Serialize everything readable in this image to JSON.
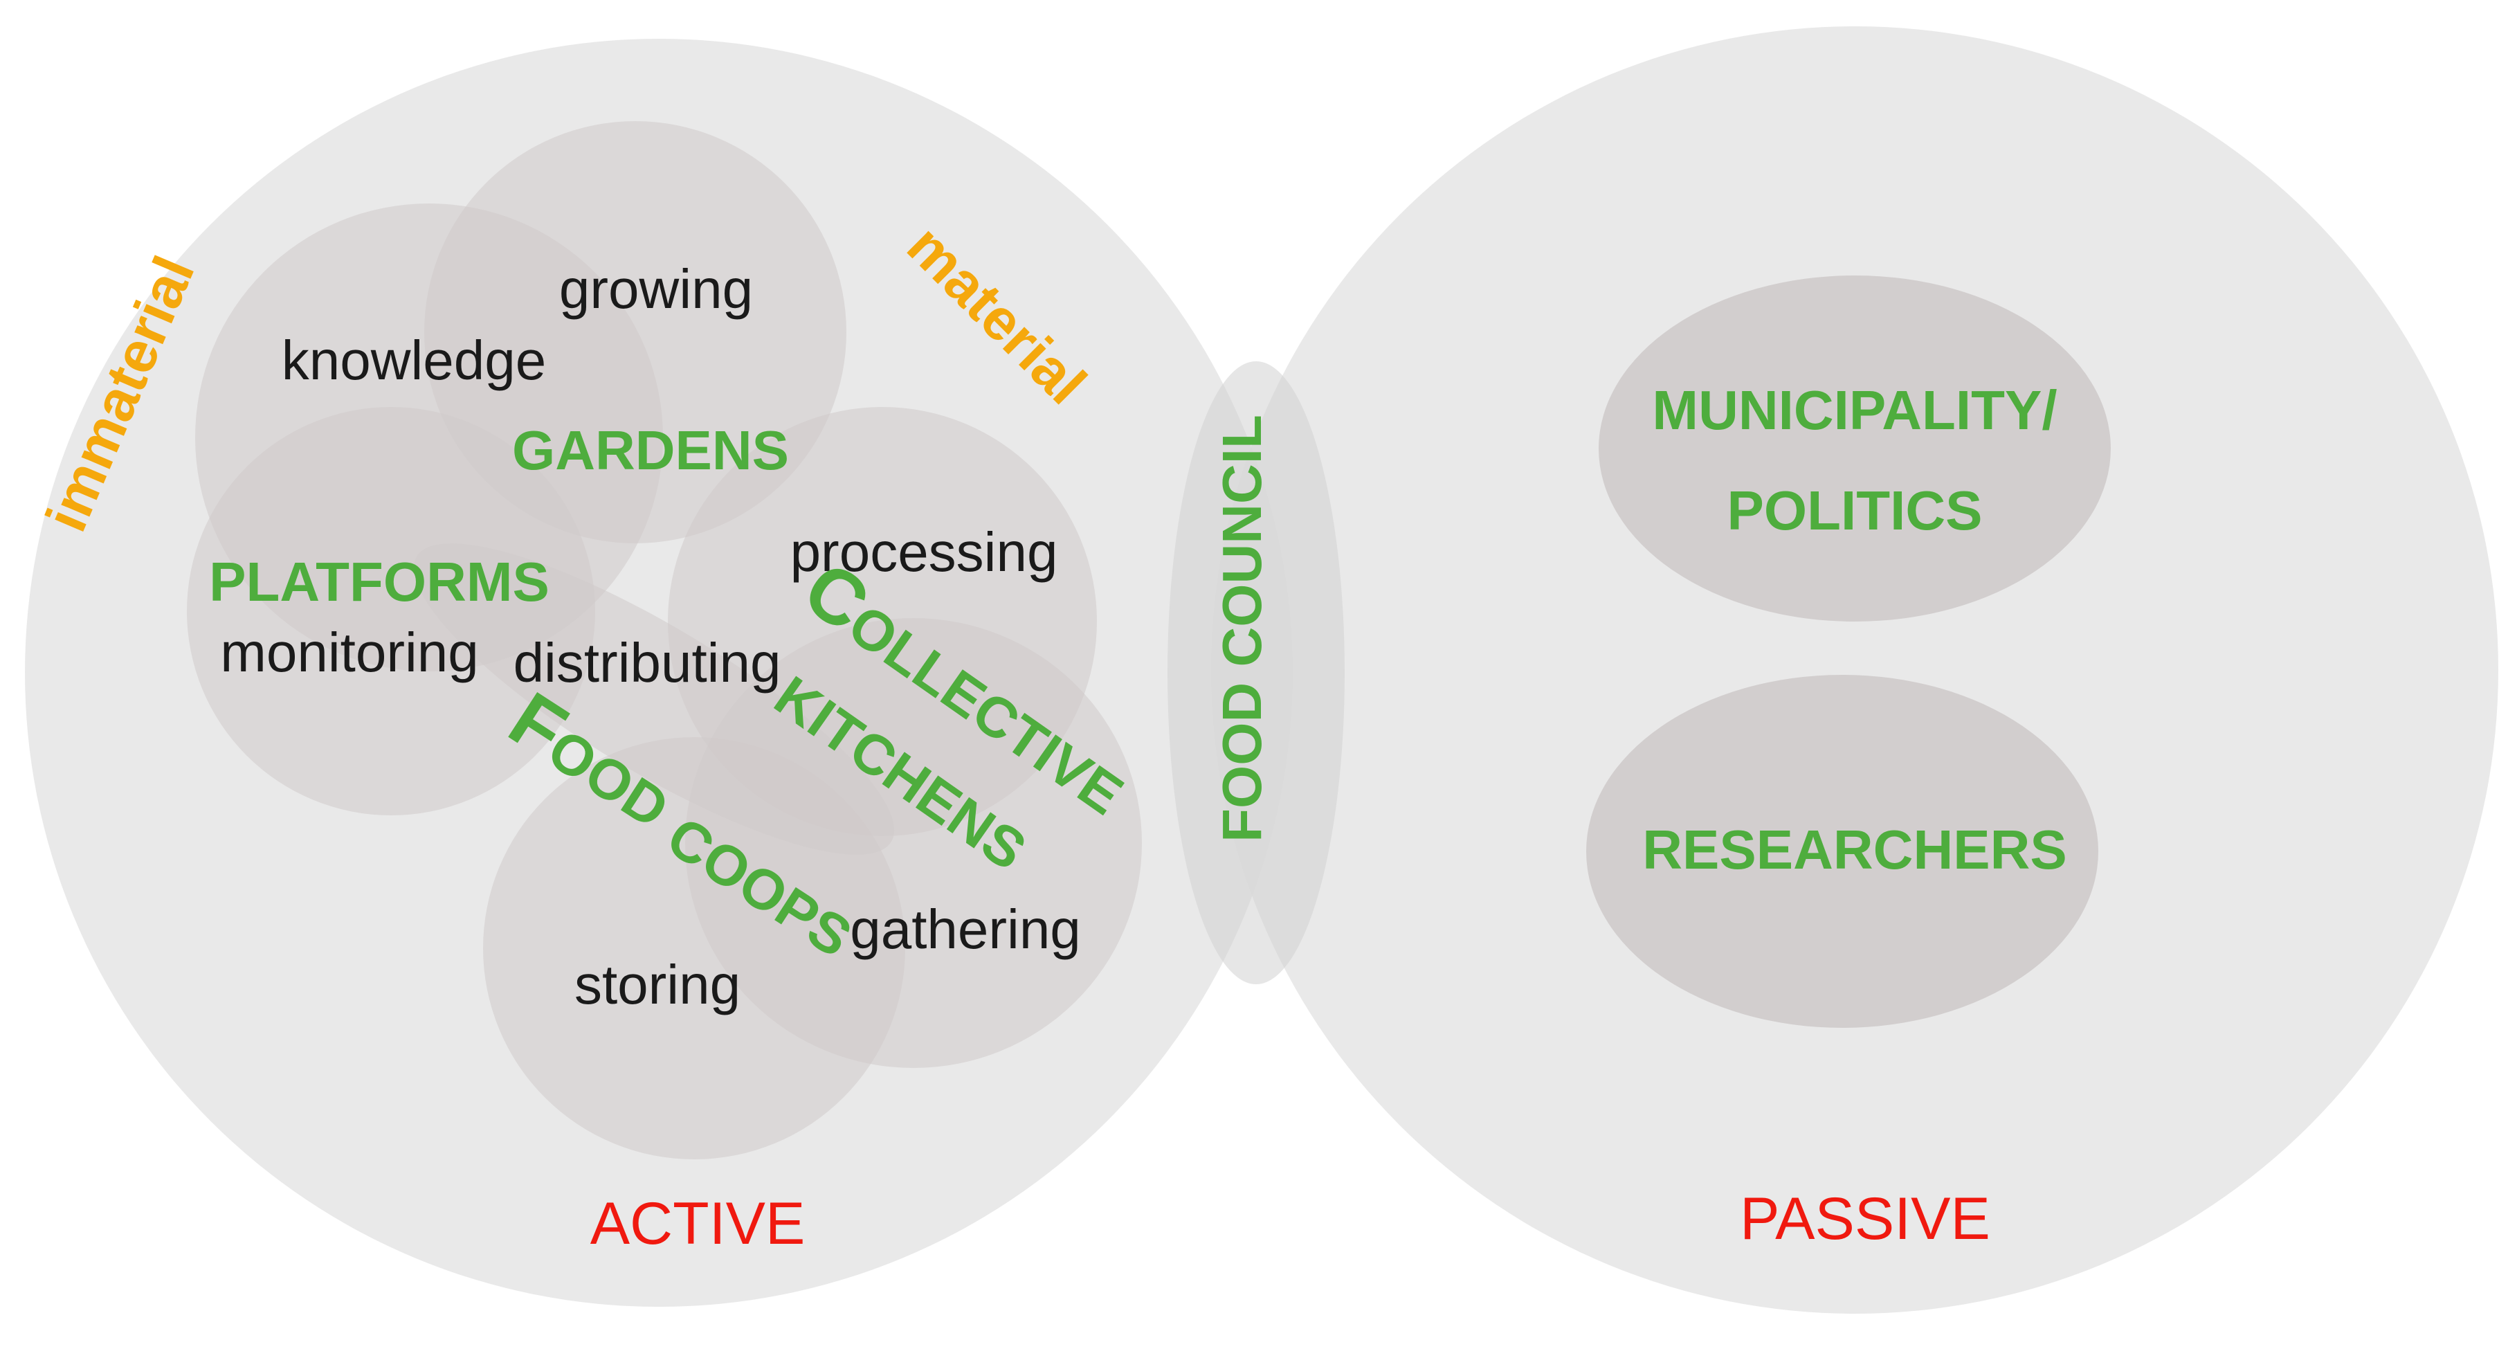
{
  "groups": {
    "active": "ACTIVE",
    "passive": "PASSIVE"
  },
  "dimensions": {
    "immaterial": "immaterial",
    "material": "material"
  },
  "bridge": "FOOD COUNCIL",
  "actors": {
    "gardens": "GARDENS",
    "platforms": "PLATFORMS",
    "collective_kitchens": {
      "line1_cap": "C",
      "line1_rest": "OLLECTIVE",
      "line2": "KITCHENS"
    },
    "food_coops": {
      "word1_cap": "F",
      "word1_rest": "OOD",
      "word2": "COOPS"
    },
    "municipality": {
      "line1": "MUNICIPALITY/",
      "line2": "POLITICS"
    },
    "researchers": "RESEARCHERS"
  },
  "activities": {
    "growing": "growing",
    "knowledge": "knowledge",
    "processing": "processing",
    "monitoring": "monitoring",
    "distributing": "distributing",
    "gathering": "gathering",
    "storing": "storing"
  },
  "colors": {
    "outer_circle": "#e3e3e3",
    "inner_blob": "#cfcaca",
    "actor_text": "#4ead3d",
    "dimension_text": "#f5a80d",
    "group_text": "#f0190f",
    "activity_text": "#1a1a1a"
  }
}
